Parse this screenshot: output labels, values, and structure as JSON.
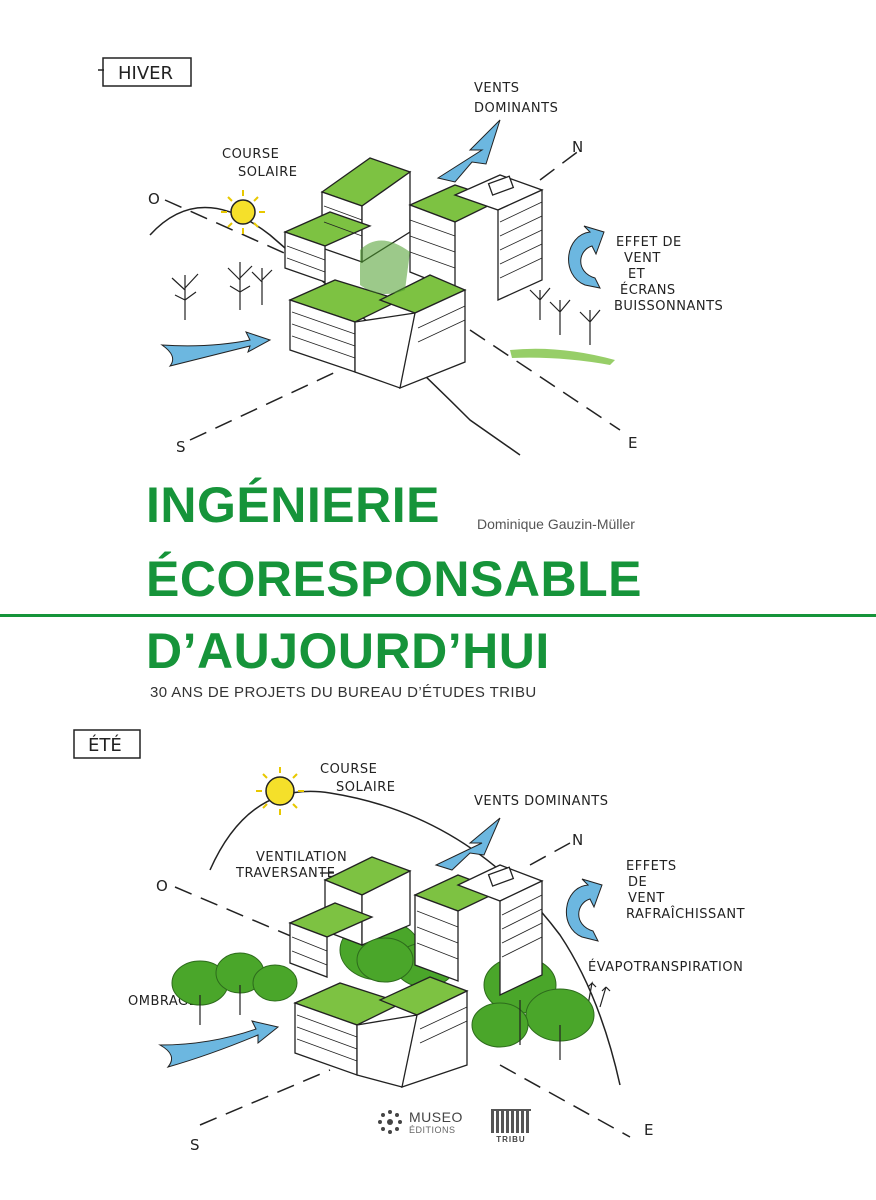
{
  "cover": {
    "title_line1": "INGÉNIERIE",
    "title_line2": "ÉCORESPONSABLE",
    "title_line3": "D’AUJOURD’HUI",
    "author": "Dominique Gauzin-Müller",
    "subtitle": "30 ANS DE PROJETS DU BUREAU D’ÉTUDES TRIBU"
  },
  "winter_sketch": {
    "season_label": "HIVER",
    "sun_label_1": "COURSE",
    "sun_label_2": "SOLAIRE",
    "wind_label_1": "VENTS",
    "wind_label_2": "DOMINANTS",
    "effect_label_1": "EFFET DE",
    "effect_label_2": "VENT",
    "effect_label_3": "ET",
    "effect_label_4": "ÉCRANS",
    "effect_label_5": "BUISSONNANTS",
    "compass_o": "O",
    "compass_n": "N",
    "compass_s": "S",
    "compass_e": "E"
  },
  "summer_sketch": {
    "season_label": "ÉTÉ",
    "sun_label_1": "COURSE",
    "sun_label_2": "SOLAIRE",
    "wind_label": "VENTS DOMINANTS",
    "ventilation_label_1": "VENTILATION",
    "ventilation_label_2": "TRAVERSANTE",
    "effect_label_1": "EFFETS",
    "effect_label_2": "DE",
    "effect_label_3": "VENT",
    "effect_label_4": "RAFRAÎCHISSANT",
    "evapo_label": "ÉVAPOTRANSPIRATION",
    "shade_label": "OMBRAGE",
    "compass_o": "O",
    "compass_n": "N",
    "compass_s": "S",
    "compass_e": "E"
  },
  "publisher": {
    "name": "MUSEO",
    "sub": "ÉDITIONS",
    "partner": "TRIBU"
  },
  "colors": {
    "title_green": "#16943a",
    "roof_green": "#7dc242",
    "arrow_blue": "#6cb7e0",
    "sun_yellow": "#f5e02a"
  }
}
